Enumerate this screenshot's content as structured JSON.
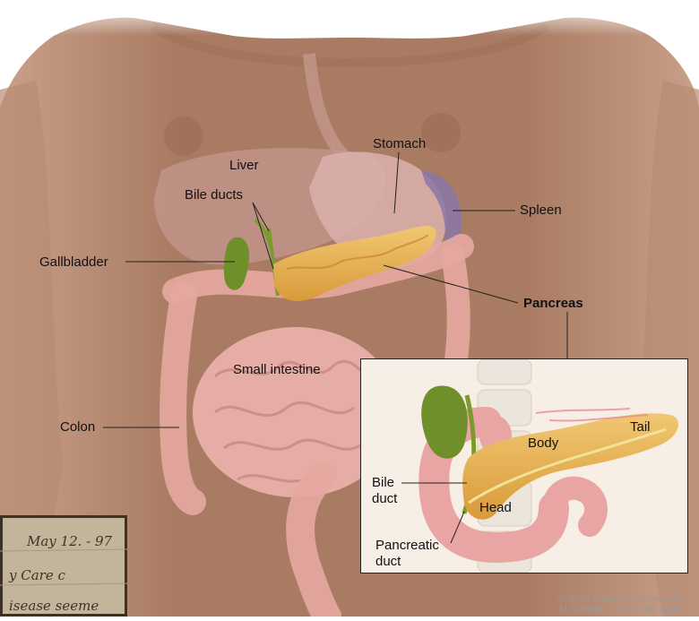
{
  "labels": {
    "liver": "Liver",
    "stomach": "Stomach",
    "bile_ducts": "Bile ducts",
    "spleen": "Spleen",
    "gallbladder": "Gallbladder",
    "pancreas": "Pancreas",
    "small_intestine": "Small intestine",
    "colon": "Colon"
  },
  "inset": {
    "body": "Body",
    "tail": "Tail",
    "bile_duct_1": "Bile",
    "bile_duct_2": "duct",
    "head": "Head",
    "pancreatic_duct_1": "Pancreatic",
    "pancreatic_duct_2": "duct"
  },
  "credit": {
    "line1": "© 2023 Terese Winslow LLC",
    "line2": "U.S. Govt. has certain rights"
  },
  "note": {
    "line1": "May 12. - 97",
    "line2": "y Care c",
    "line3": "isease seeme"
  },
  "colors": {
    "skin": "#a97b62",
    "pancreas": "#e9b658",
    "intestine": "#e8a9a3",
    "gallbladder": "#6f8f2a",
    "liver": "#b98a82",
    "spleen": "#8a77a8",
    "stomach": "#d7a7a2"
  }
}
